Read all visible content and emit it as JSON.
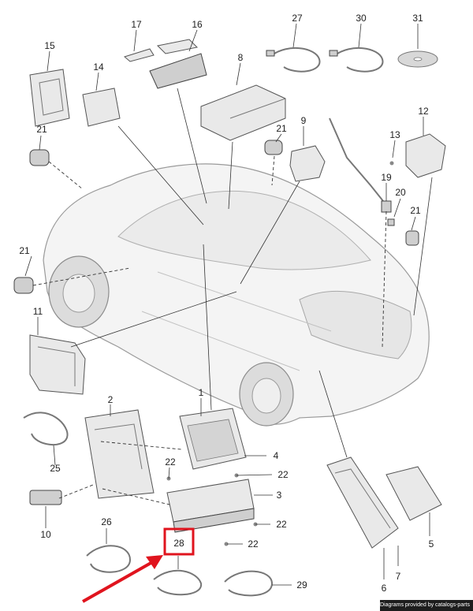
{
  "callouts": [
    {
      "id": "c1",
      "text": "1"
    },
    {
      "id": "c2",
      "text": "2"
    },
    {
      "id": "c3",
      "text": "3"
    },
    {
      "id": "c4",
      "text": "4"
    },
    {
      "id": "c5",
      "text": "5"
    },
    {
      "id": "c6",
      "text": "6"
    },
    {
      "id": "c7",
      "text": "7"
    },
    {
      "id": "c8",
      "text": "8"
    },
    {
      "id": "c9",
      "text": "9"
    },
    {
      "id": "c10",
      "text": "10"
    },
    {
      "id": "c11",
      "text": "11"
    },
    {
      "id": "c12",
      "text": "12"
    },
    {
      "id": "c13",
      "text": "13"
    },
    {
      "id": "c14",
      "text": "14"
    },
    {
      "id": "c15",
      "text": "15"
    },
    {
      "id": "c16",
      "text": "16"
    },
    {
      "id": "c17",
      "text": "17"
    },
    {
      "id": "c19",
      "text": "19"
    },
    {
      "id": "c20",
      "text": "20"
    },
    {
      "id": "c21a",
      "text": "21"
    },
    {
      "id": "c21b",
      "text": "21"
    },
    {
      "id": "c21c",
      "text": "21"
    },
    {
      "id": "c21d",
      "text": "21"
    },
    {
      "id": "c22a",
      "text": "22"
    },
    {
      "id": "c22b",
      "text": "22"
    },
    {
      "id": "c22c",
      "text": "22"
    },
    {
      "id": "c22d",
      "text": "22"
    },
    {
      "id": "c25",
      "text": "25"
    },
    {
      "id": "c26",
      "text": "26"
    },
    {
      "id": "c27",
      "text": "27"
    },
    {
      "id": "c28",
      "text": "28"
    },
    {
      "id": "c29",
      "text": "29"
    },
    {
      "id": "c30",
      "text": "30"
    },
    {
      "id": "c31",
      "text": "31"
    }
  ],
  "highlight": {
    "part": "28",
    "color": "#e0141e"
  },
  "arrow_color": "#e0141e",
  "footer": "Diagrams provided by catalogs-parts"
}
